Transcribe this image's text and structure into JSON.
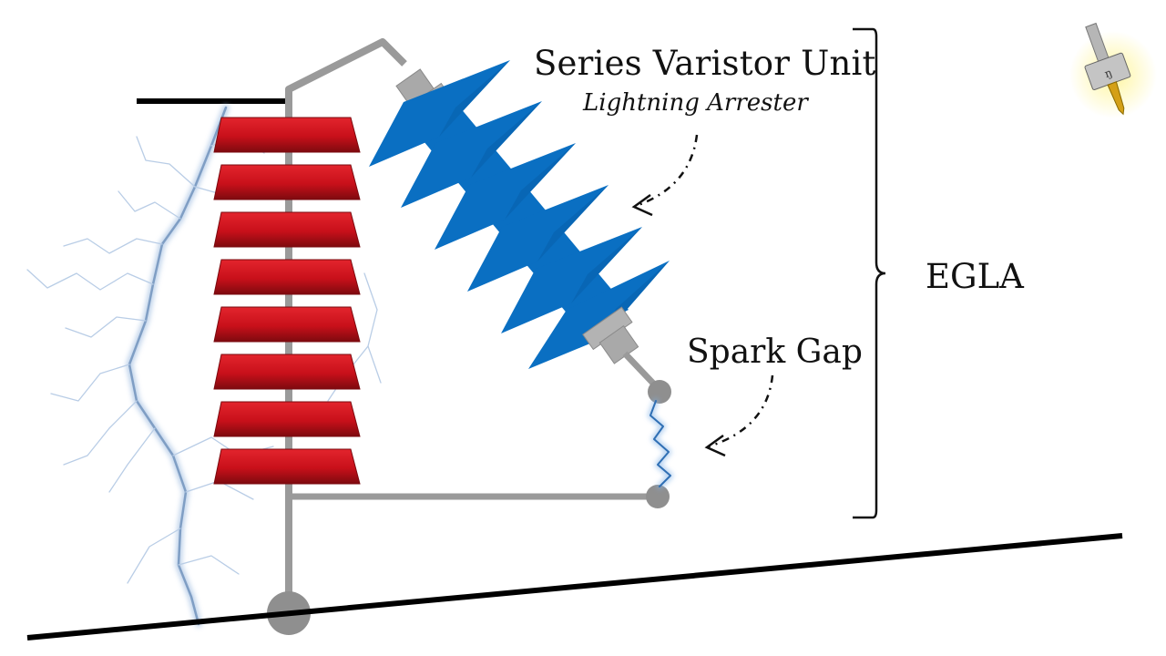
{
  "labels": {
    "arrester_title": "Series Varistor Unit",
    "arrester_subtitle": "Lightning Arrester",
    "bracket_label": "EGLA",
    "spark_gap": "Spark Gap"
  },
  "colors": {
    "insulator_red": "#c8101a",
    "insulator_red_dark": "#8e0a10",
    "varistor_blue": "#0a6fc2",
    "fitting_grey": "#a6a6a6",
    "wire_grey": "#9a9a9a",
    "ground_line": "#000000",
    "lightning": "#8fb2d6"
  },
  "icons": {
    "logo": "hammer-logo-icon"
  }
}
